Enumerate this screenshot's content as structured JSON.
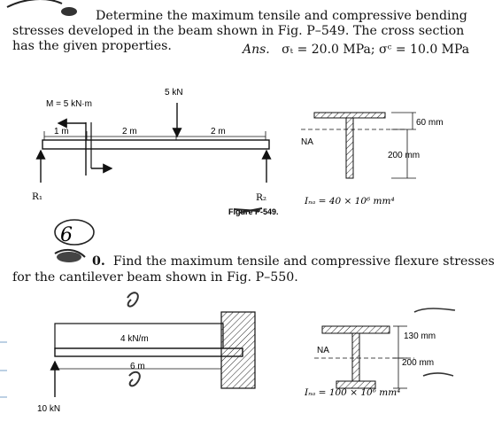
{
  "problem_549": {
    "statement_line1": "Determine the maximum tensile and compressive bending",
    "statement_line2": "stresses developed in the beam shown in Fig. P–549. The cross section",
    "statement_line3": "has the given properties.",
    "answer_prefix": "Ans.",
    "answer_values": "σₜ = 20.0 MPa; σᶜ = 10.0 MPa",
    "figure": {
      "moment_label": "M = 5 kN·m",
      "load_label": "5 kN",
      "span1": "1 m",
      "span2": "2 m",
      "span3": "2 m",
      "reaction_left": "R₁",
      "reaction_right": "R₂",
      "figure_caption": "Figure P-549.",
      "na_label": "NA",
      "dim_top": "60 mm",
      "dim_depth": "200 mm",
      "inertia": "Iₙₐ = 40 × 10⁶ mm⁴"
    }
  },
  "handwritten_number": "6",
  "problem_550": {
    "number_suffix": "0.",
    "statement_line1": "Find the maximum tensile and compressive flexure stresses",
    "statement_line2": "for the cantilever beam shown in Fig. P–550.",
    "figure": {
      "distributed_load": "4 kN/m",
      "span": "6 m",
      "point_load": "10 kN",
      "na_label": "NA",
      "dim_top": "130 mm",
      "dim_depth": "200 mm",
      "inertia": "Iₙₐ = 100 × 10⁶ mm⁴"
    }
  }
}
